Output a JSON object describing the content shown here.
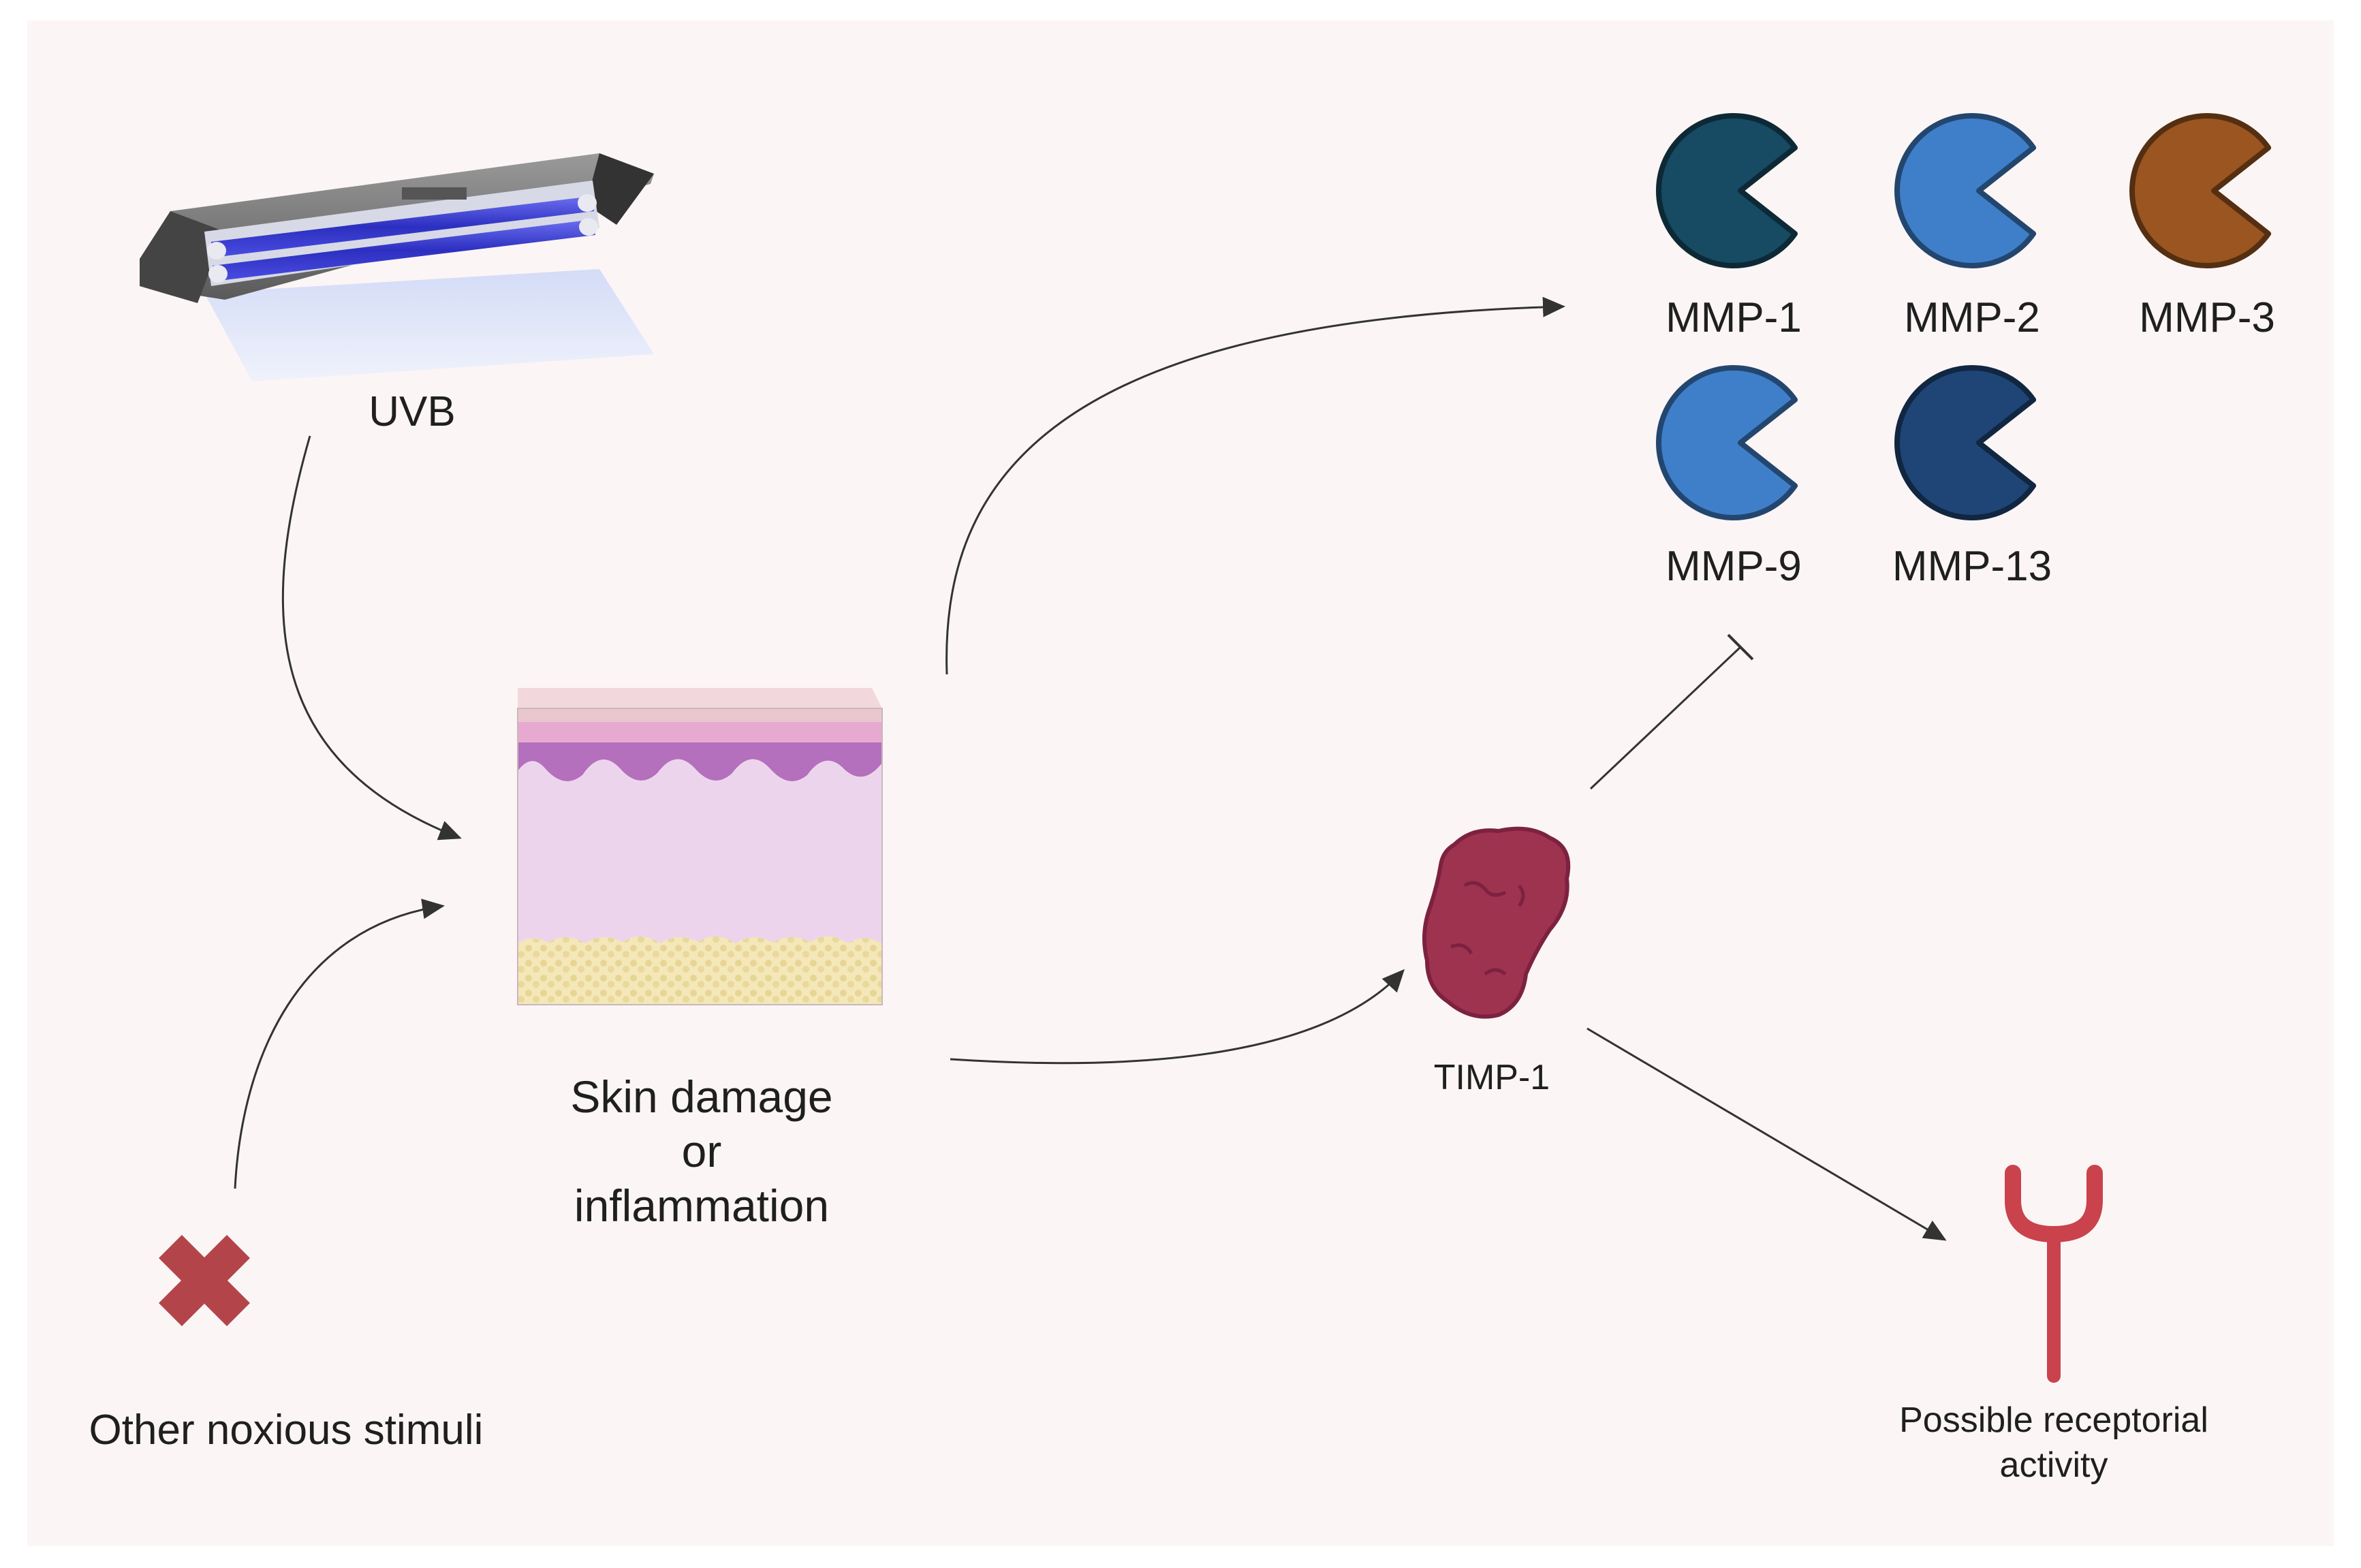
{
  "labels": {
    "uvb": "UVB",
    "skin_line1": "Skin damage",
    "skin_line2": "or",
    "skin_line3": "inflammation",
    "other_stimuli": "Other noxious stimuli",
    "timp1": "TIMP-1",
    "receptor_line1": "Possible receptorial",
    "receptor_line2": "activity"
  },
  "mmps": [
    {
      "label": "MMP-1",
      "color": "#174a63"
    },
    {
      "label": "MMP-2",
      "color": "#3f7fc9"
    },
    {
      "label": "MMP-3",
      "color": "#9a5520"
    },
    {
      "label": "MMP-9",
      "color": "#3f7fc9"
    },
    {
      "label": "MMP-13",
      "color": "#1f4577"
    }
  ],
  "colors": {
    "background": "#fcf5f5",
    "arrow": "#333333",
    "cross": "#b3454a",
    "timp": "#9e3350",
    "receptor": "#c9424c",
    "uv_light": "#3b3fd1"
  }
}
